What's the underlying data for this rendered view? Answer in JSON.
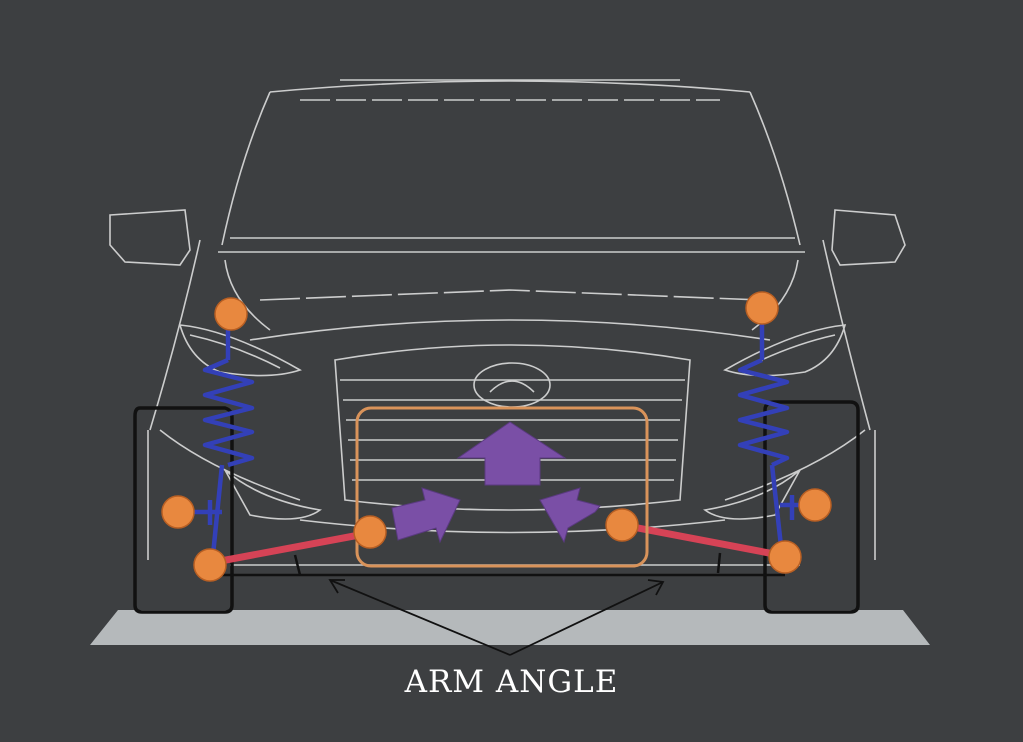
{
  "diagram": {
    "caption": "ARM ANGLE",
    "colors": {
      "background": "#3d3f41",
      "outline": "#e6e6e6",
      "joint": "#e8883f",
      "spring": "#3340b8",
      "arm": "#d64356",
      "force_arrow": "#7a4fa6",
      "highlight_box": "#d9935a",
      "ground": "#b5b9bb",
      "caption": "#ffffff"
    },
    "icons": [
      "car-front-outline",
      "coil-spring",
      "lower-control-arm",
      "pivot-joint",
      "force-arrow",
      "pointer-arrow"
    ]
  }
}
